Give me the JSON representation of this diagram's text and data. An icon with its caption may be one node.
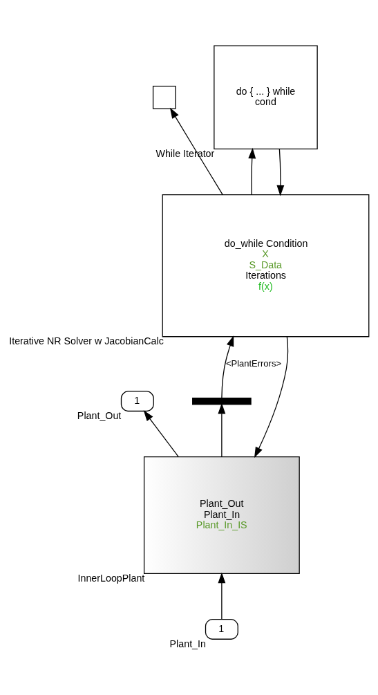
{
  "diagram": {
    "nodes": [
      {
        "text": [
          "1"
        ],
        "beside": [
          "Plant_Out"
        ]
      },
      {
        "text": [],
        "shape": "bar"
      },
      {
        "text": [
          "Plant_Out",
          "Plant_In",
          "Plant_In_IS"
        ],
        "beside": [
          "InnerLoopPlant"
        ]
      },
      {
        "text": [
          "1"
        ],
        "beside": [
          "Plant_In"
        ]
      },
      {
        "text": [],
        "shape": "box"
      },
      {
        "text": [
          "do_while Condition",
          "X",
          "S_Data",
          "Iterations",
          "f(x)"
        ],
        "beside": [
          "Iterative NR Solver w JacobianCalc"
        ]
      },
      {
        "text": [
          "do { ... } while",
          "cond"
        ],
        "beside": [
          "While Iterator"
        ]
      }
    ],
    "edges": [
      {
        "from": 2,
        "to": 0,
        "arrow": "to"
      },
      {
        "from": 2,
        "to": 1,
        "arrow": "to"
      },
      {
        "from": 1,
        "to": 5,
        "arrow": "to",
        "label": "<PlantErrors>"
      },
      {
        "from": 3,
        "to": 2,
        "arrow": "to"
      },
      {
        "from": 5,
        "to": 2,
        "arrow": "to"
      },
      {
        "from": 5,
        "to": 4,
        "arrow": "to"
      },
      {
        "from": 5,
        "to": 6,
        "arrow": "to"
      },
      {
        "from": 6,
        "to": 5,
        "arrow": "to"
      }
    ]
  }
}
